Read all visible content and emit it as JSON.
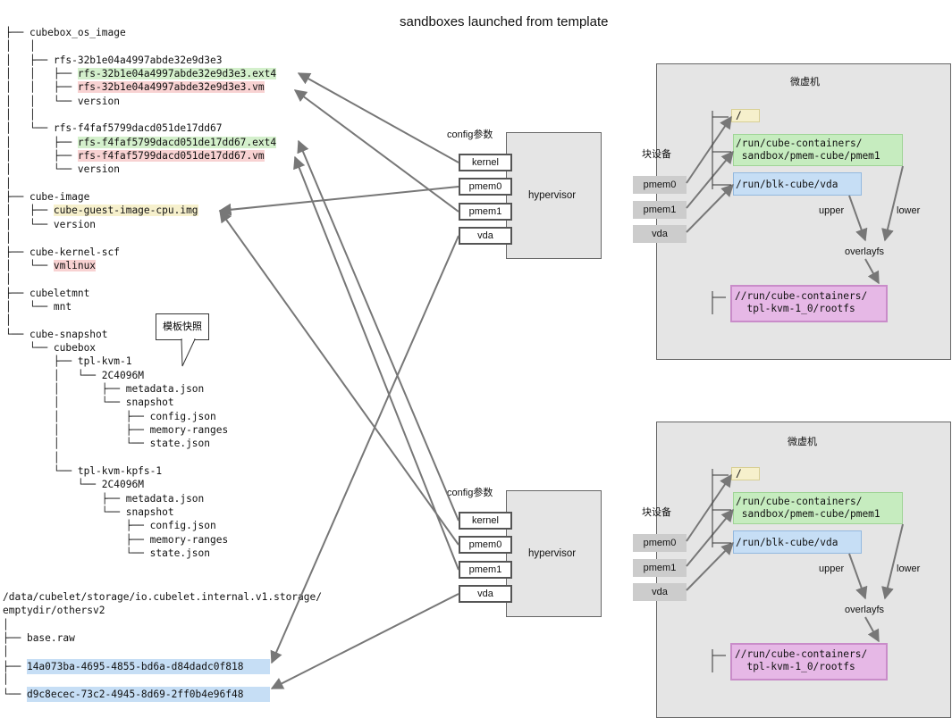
{
  "title": "sandboxes launched from template",
  "tree_top": [
    {
      "prefix": "├── ",
      "text": "cubebox_os_image",
      "hl": ""
    },
    {
      "prefix": "│   │",
      "text": "",
      "hl": ""
    },
    {
      "prefix": "│   ├── ",
      "text": "rfs-32b1e04a4997abde32e9d3e3",
      "hl": ""
    },
    {
      "prefix": "│   │   ├── ",
      "text": "rfs-32b1e04a4997abde32e9d3e3.ext4",
      "hl": "green"
    },
    {
      "prefix": "│   │   ├── ",
      "text": "rfs-32b1e04a4997abde32e9d3e3.vm",
      "hl": "red"
    },
    {
      "prefix": "│   │   └── ",
      "text": "version",
      "hl": ""
    },
    {
      "prefix": "│   │",
      "text": "",
      "hl": ""
    },
    {
      "prefix": "│   └── ",
      "text": "rfs-f4faf5799dacd051de17dd67",
      "hl": ""
    },
    {
      "prefix": "│       ├── ",
      "text": "rfs-f4faf5799dacd051de17dd67.ext4",
      "hl": "green"
    },
    {
      "prefix": "│       ├── ",
      "text": "rfs-f4faf5799dacd051de17dd67.vm",
      "hl": "red"
    },
    {
      "prefix": "│       └── ",
      "text": "version",
      "hl": ""
    },
    {
      "prefix": "│",
      "text": "",
      "hl": ""
    },
    {
      "prefix": "├── ",
      "text": "cube-image",
      "hl": ""
    },
    {
      "prefix": "│   ├── ",
      "text": "cube-guest-image-cpu.img",
      "hl": "yellow"
    },
    {
      "prefix": "│   └── ",
      "text": "version",
      "hl": ""
    },
    {
      "prefix": "│",
      "text": "",
      "hl": ""
    },
    {
      "prefix": "├── ",
      "text": "cube-kernel-scf",
      "hl": ""
    },
    {
      "prefix": "│   └── ",
      "text": "vmlinux",
      "hl": "red"
    },
    {
      "prefix": "│",
      "text": "",
      "hl": ""
    },
    {
      "prefix": "├── ",
      "text": "cubeletmnt",
      "hl": ""
    },
    {
      "prefix": "│   └── ",
      "text": "mnt",
      "hl": ""
    },
    {
      "prefix": "│",
      "text": "",
      "hl": ""
    },
    {
      "prefix": "└── ",
      "text": "cube-snapshot",
      "hl": ""
    },
    {
      "prefix": "    └── ",
      "text": "cubebox",
      "hl": ""
    },
    {
      "prefix": "        ├── ",
      "text": "tpl-kvm-1",
      "hl": ""
    },
    {
      "prefix": "        │   └── ",
      "text": "2C4096M",
      "hl": ""
    },
    {
      "prefix": "        │       ├── ",
      "text": "metadata.json",
      "hl": ""
    },
    {
      "prefix": "        │       └── ",
      "text": "snapshot",
      "hl": ""
    },
    {
      "prefix": "        │           ├── ",
      "text": "config.json",
      "hl": ""
    },
    {
      "prefix": "        │           ├── ",
      "text": "memory-ranges",
      "hl": ""
    },
    {
      "prefix": "        │           └── ",
      "text": "state.json",
      "hl": ""
    },
    {
      "prefix": "        │",
      "text": "",
      "hl": ""
    },
    {
      "prefix": "        └── ",
      "text": "tpl-kvm-kpfs-1",
      "hl": ""
    },
    {
      "prefix": "            └── ",
      "text": "2C4096M",
      "hl": ""
    },
    {
      "prefix": "                ├── ",
      "text": "metadata.json",
      "hl": ""
    },
    {
      "prefix": "                └── ",
      "text": "snapshot",
      "hl": ""
    },
    {
      "prefix": "                    ├── ",
      "text": "config.json",
      "hl": ""
    },
    {
      "prefix": "                    ├── ",
      "text": "memory-ranges",
      "hl": ""
    },
    {
      "prefix": "                    └── ",
      "text": "state.json",
      "hl": ""
    }
  ],
  "tree_bottom": [
    {
      "prefix": "",
      "text": "/data/cubelet/storage/io.cubelet.internal.v1.storage/",
      "hl": ""
    },
    {
      "prefix": "",
      "text": "emptydir/othersv2",
      "hl": ""
    },
    {
      "prefix": "│",
      "text": "",
      "hl": ""
    },
    {
      "prefix": "├── ",
      "text": "base.raw",
      "hl": ""
    },
    {
      "prefix": "│",
      "text": "",
      "hl": ""
    },
    {
      "prefix": "├── ",
      "text": "14a073ba-4695-4855-bd6a-d84dadc0f818",
      "hl": "blue"
    },
    {
      "prefix": "│",
      "text": "",
      "hl": ""
    },
    {
      "prefix": "└── ",
      "text": "d9c8ecec-73c2-4945-8d69-2ff0b4e96f48",
      "hl": "blue"
    }
  ],
  "callout": "模板快照",
  "config_label": "config参数",
  "hypervisor_label": "hypervisor",
  "params": [
    "kernel",
    "pmem0",
    "pmem1",
    "vda"
  ],
  "vm": {
    "title": "微虚机",
    "block_device_label": "块设备",
    "devices": [
      "pmem0",
      "pmem1",
      "vda"
    ],
    "root": "/",
    "pmem_mount": "/run/cube-containers/\n sandbox/pmem-cube/pmem1",
    "vda_mount": "/run/blk-cube/vda",
    "upper": "upper",
    "lower": "lower",
    "overlayfs": "overlayfs",
    "rootfs": "//run/cube-containers/\n  tpl-kvm-1_0/rootfs"
  },
  "colors": {
    "green": "#c6ecbf",
    "red": "#f8d2d2",
    "yellow": "#f6f0cc",
    "blue": "#c6def5",
    "purple": "#e6b8e6",
    "hypervisor_fill": "#e5e5e5",
    "arrow": "#777777"
  }
}
